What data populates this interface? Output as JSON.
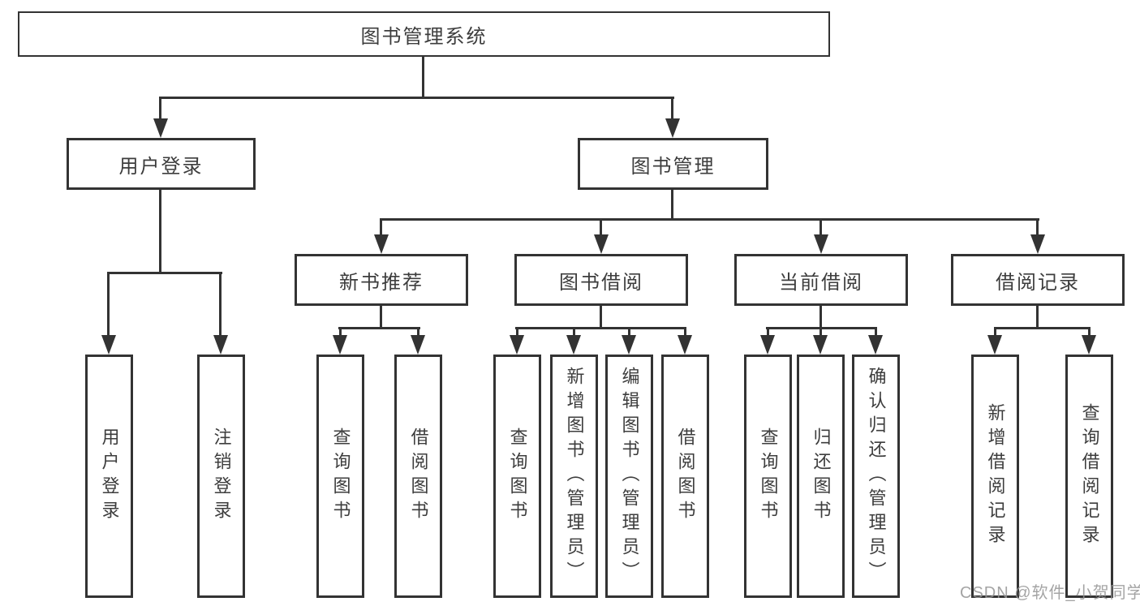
{
  "diagram": {
    "root": "图书管理系统",
    "user_branch": {
      "label": "用户登录",
      "children": [
        "用户登录",
        "注销登录"
      ]
    },
    "book_branch": {
      "label": "图书管理",
      "sections": [
        {
          "label": "新书推荐",
          "children": [
            "查询图书",
            "借阅图书"
          ]
        },
        {
          "label": "图书借阅",
          "children": [
            "查询图书",
            "新增图书（管理员）",
            "编辑图书（管理员）",
            "借阅图书"
          ]
        },
        {
          "label": "当前借阅",
          "children": [
            "查询图书",
            "归还图书",
            "确认归还（管理员）"
          ]
        },
        {
          "label": "借阅记录",
          "children": [
            "新增借阅记录",
            "查询借阅记录"
          ]
        }
      ]
    }
  },
  "watermark": "CSDN @软件_小贺同学",
  "colors": {
    "line": "#333333",
    "text": "#3d3d3d",
    "background": "#ffffff",
    "watermark": "#949494"
  }
}
